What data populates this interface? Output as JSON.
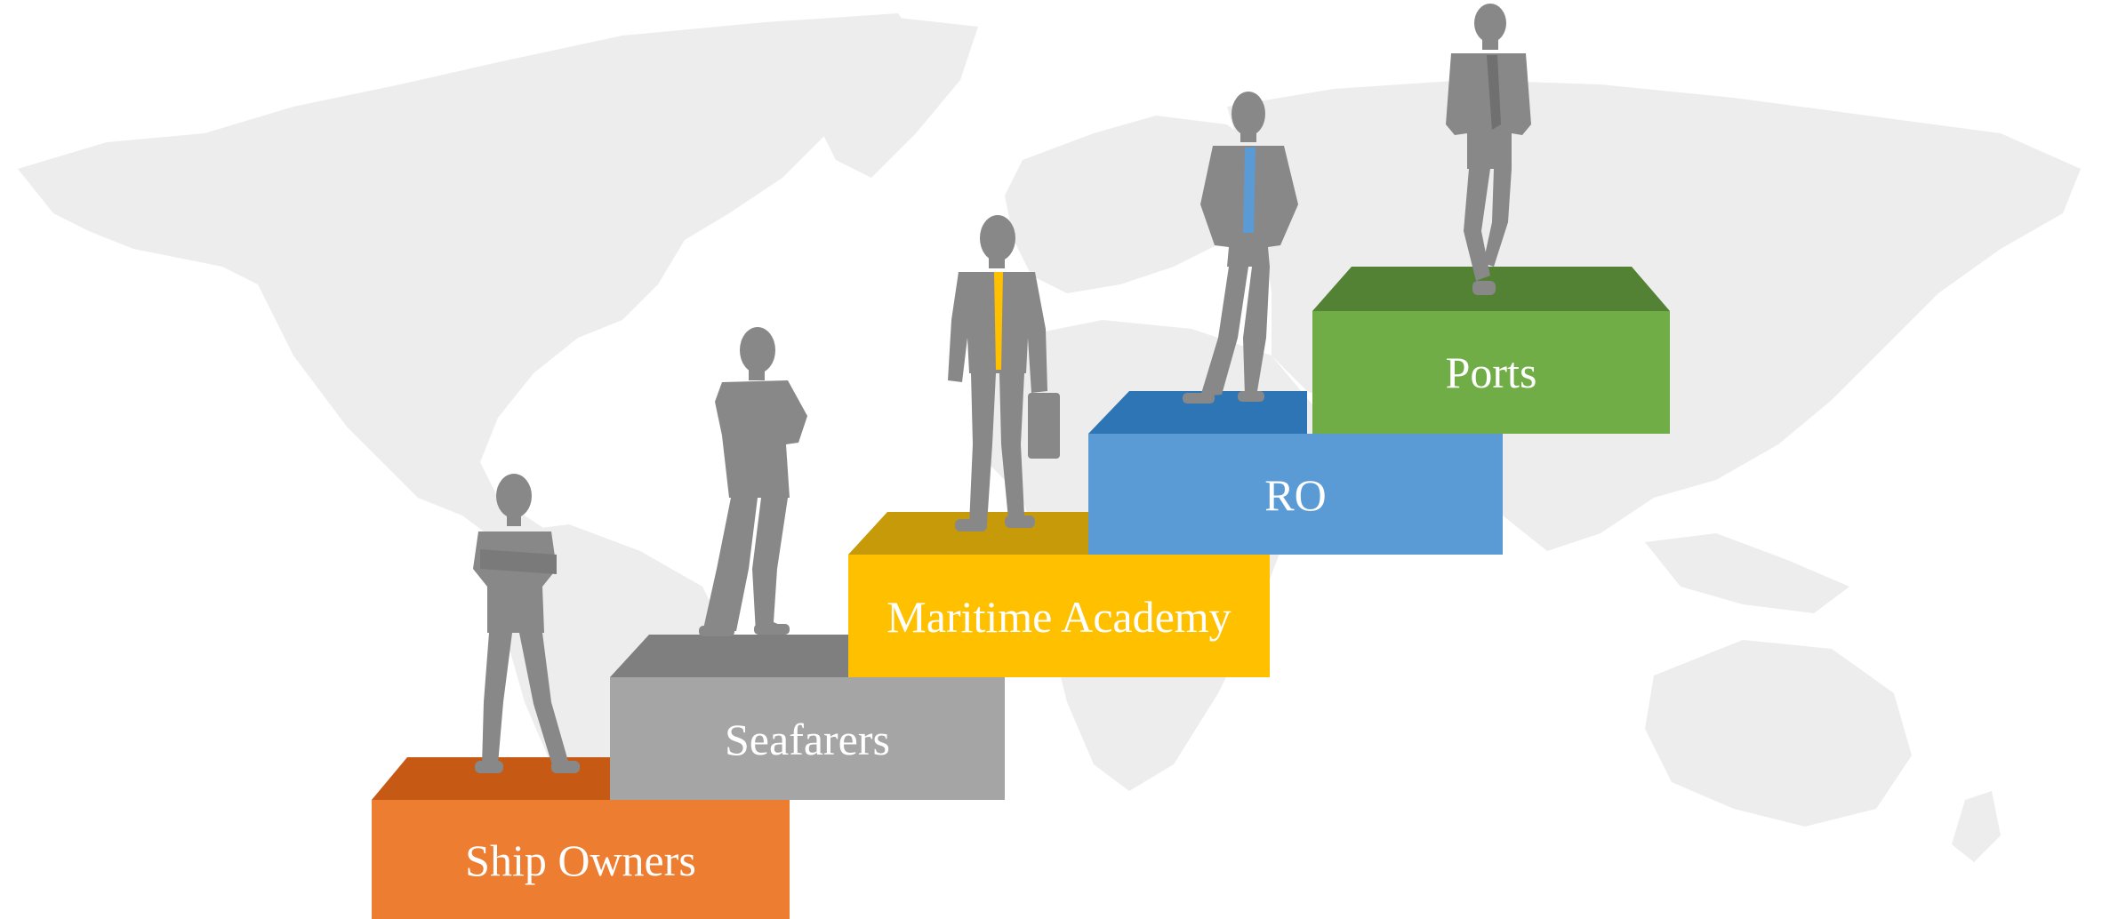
{
  "diagram": {
    "background": "world-map",
    "steps": [
      {
        "label": "Ship Owners",
        "color": "#ED7D31",
        "top_color": "#C65A14",
        "figure": "businessman-arms-crossed",
        "tie_color": ""
      },
      {
        "label": "Seafarers",
        "color": "#A5A5A5",
        "top_color": "#7F7F7F",
        "figure": "businessman-arms-crossed-profile",
        "tie_color": ""
      },
      {
        "label": "Maritime Academy",
        "color": "#FFC000",
        "top_color": "#C79A0A",
        "figure": "businessman-briefcase",
        "tie_color": "#FFC000"
      },
      {
        "label": "RO",
        "color": "#5B9BD5",
        "top_color": "#2E75B6",
        "figure": "businessman-hands-in-pockets",
        "tie_color": "#5B9BD5"
      },
      {
        "label": "Ports",
        "color": "#70AD47",
        "top_color": "#548235",
        "figure": "businessman-walking",
        "tie_color": ""
      }
    ]
  }
}
